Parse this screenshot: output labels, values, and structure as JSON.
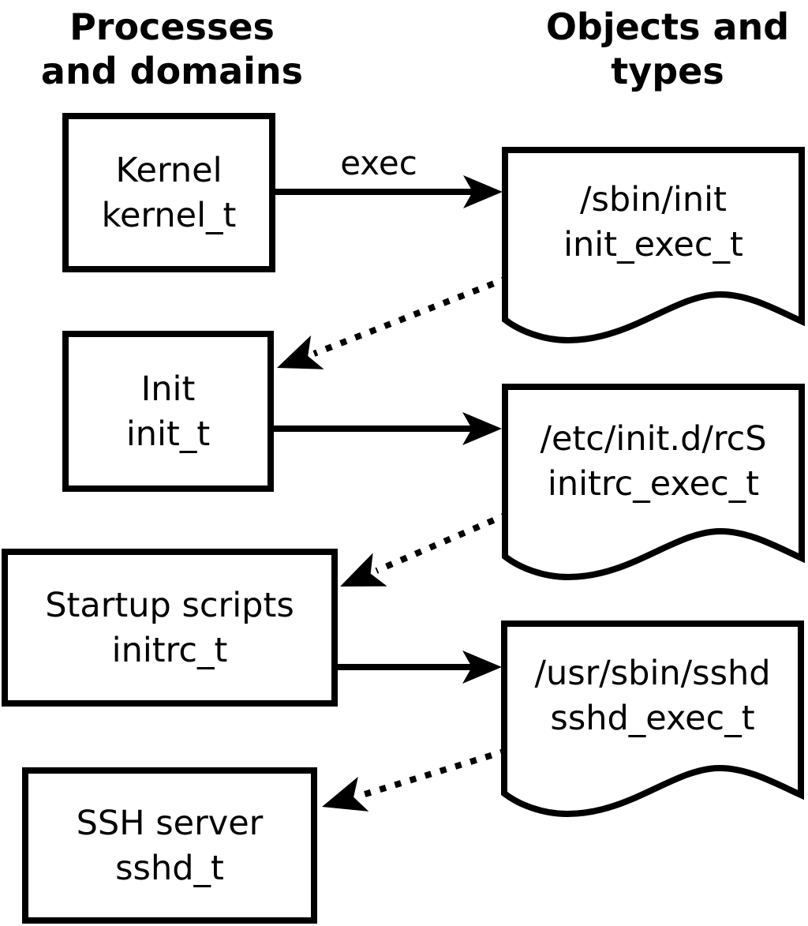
{
  "page": {
    "background": "#ffffff",
    "ink": "#000000"
  },
  "headers": {
    "left": {
      "line1": "Processes",
      "line2": "and domains"
    },
    "right": {
      "line1": "Objects and",
      "line2": "types"
    }
  },
  "processes": [
    {
      "name": "Kernel",
      "type": "kernel_t"
    },
    {
      "name": "Init",
      "type": "init_t"
    },
    {
      "name": "Startup scripts",
      "type": "initrc_t"
    },
    {
      "name": "SSH server",
      "type": "sshd_t"
    }
  ],
  "objects": [
    {
      "path": "/sbin/init",
      "type": "init_exec_t"
    },
    {
      "path": "/etc/init.d/rcS",
      "type": "initrc_exec_t"
    },
    {
      "path": "/usr/sbin/sshd",
      "type": "sshd_exec_t"
    }
  ],
  "labels": {
    "exec": "exec"
  }
}
